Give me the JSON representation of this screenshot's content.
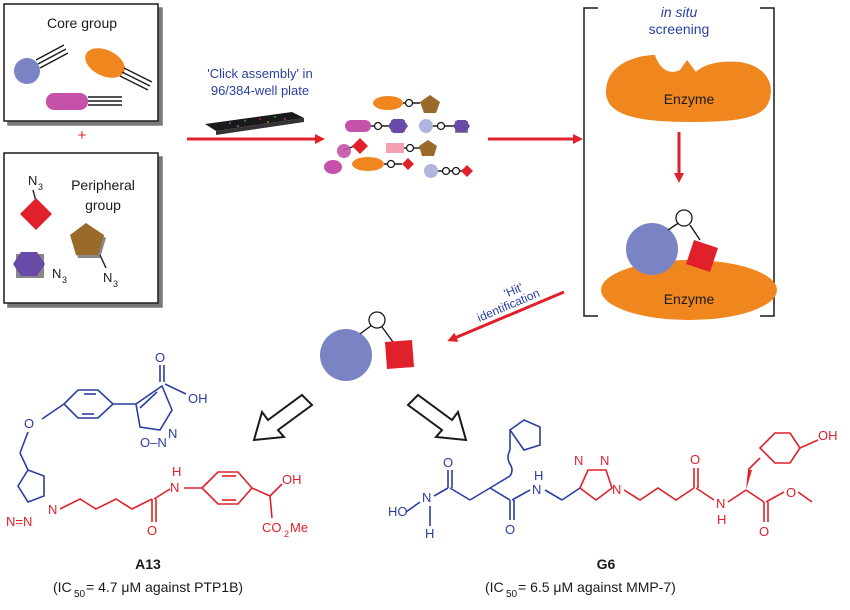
{
  "left_panel": {
    "core_title": "Core group",
    "plus": "+",
    "peripheral_title_1": "Peripheral",
    "peripheral_title_2": "group",
    "n3_label": "N",
    "n3_sub": "3"
  },
  "assembly": {
    "line1": "'Click assembly' in",
    "line2": "96/384-well plate"
  },
  "screening": {
    "line1": "in situ",
    "line2": "screening",
    "enzyme_label": "Enzyme"
  },
  "hit": {
    "line1": "'Hit'",
    "line2": "identification"
  },
  "compound_a13": {
    "name": "A13",
    "ic_prefix": "(IC",
    "ic_sub": "50",
    "ic_suffix": " = 4.7 μM against PTP1B)",
    "atoms": {
      "oh": "OH",
      "o_carbonyl": "O",
      "n_isox": "N",
      "o_isox": "O–N",
      "o_ether": "O",
      "n_triazole_1": "N",
      "n_triazole_2": "N=N",
      "nh": "H",
      "n_amide": "N",
      "o_amide": "O",
      "oh2": "OH",
      "co2me": "CO",
      "co2me_sub": "2",
      "co2me_me": "Me"
    }
  },
  "compound_g6": {
    "name": "G6",
    "ic_prefix": "(IC",
    "ic_sub": "50",
    "ic_suffix": " = 6.5 μM against MMP-7)",
    "atoms": {
      "ho": "HO",
      "n1": "N",
      "h1": "H",
      "o1": "O",
      "h2": "H",
      "n2": "N",
      "o2": "O",
      "n_tri": "N",
      "n_tri2": "N",
      "n_tri3": "N",
      "o3": "O",
      "n3": "N",
      "h3": "H",
      "o4": "O",
      "o5": "O",
      "oh": "OH"
    }
  },
  "colors": {
    "arrow_red": "#e0202a",
    "enzyme": "#f0861e",
    "circle_core": "#7a84c4",
    "oval_core": "#f0861e",
    "pill_core": "#c552a8",
    "diamond": "#e0202a",
    "pentagon": "#9a6a2a",
    "hexagon": "#6a4aa8",
    "blue_text": "#2b3fa0",
    "red_text": "#e0202a"
  }
}
